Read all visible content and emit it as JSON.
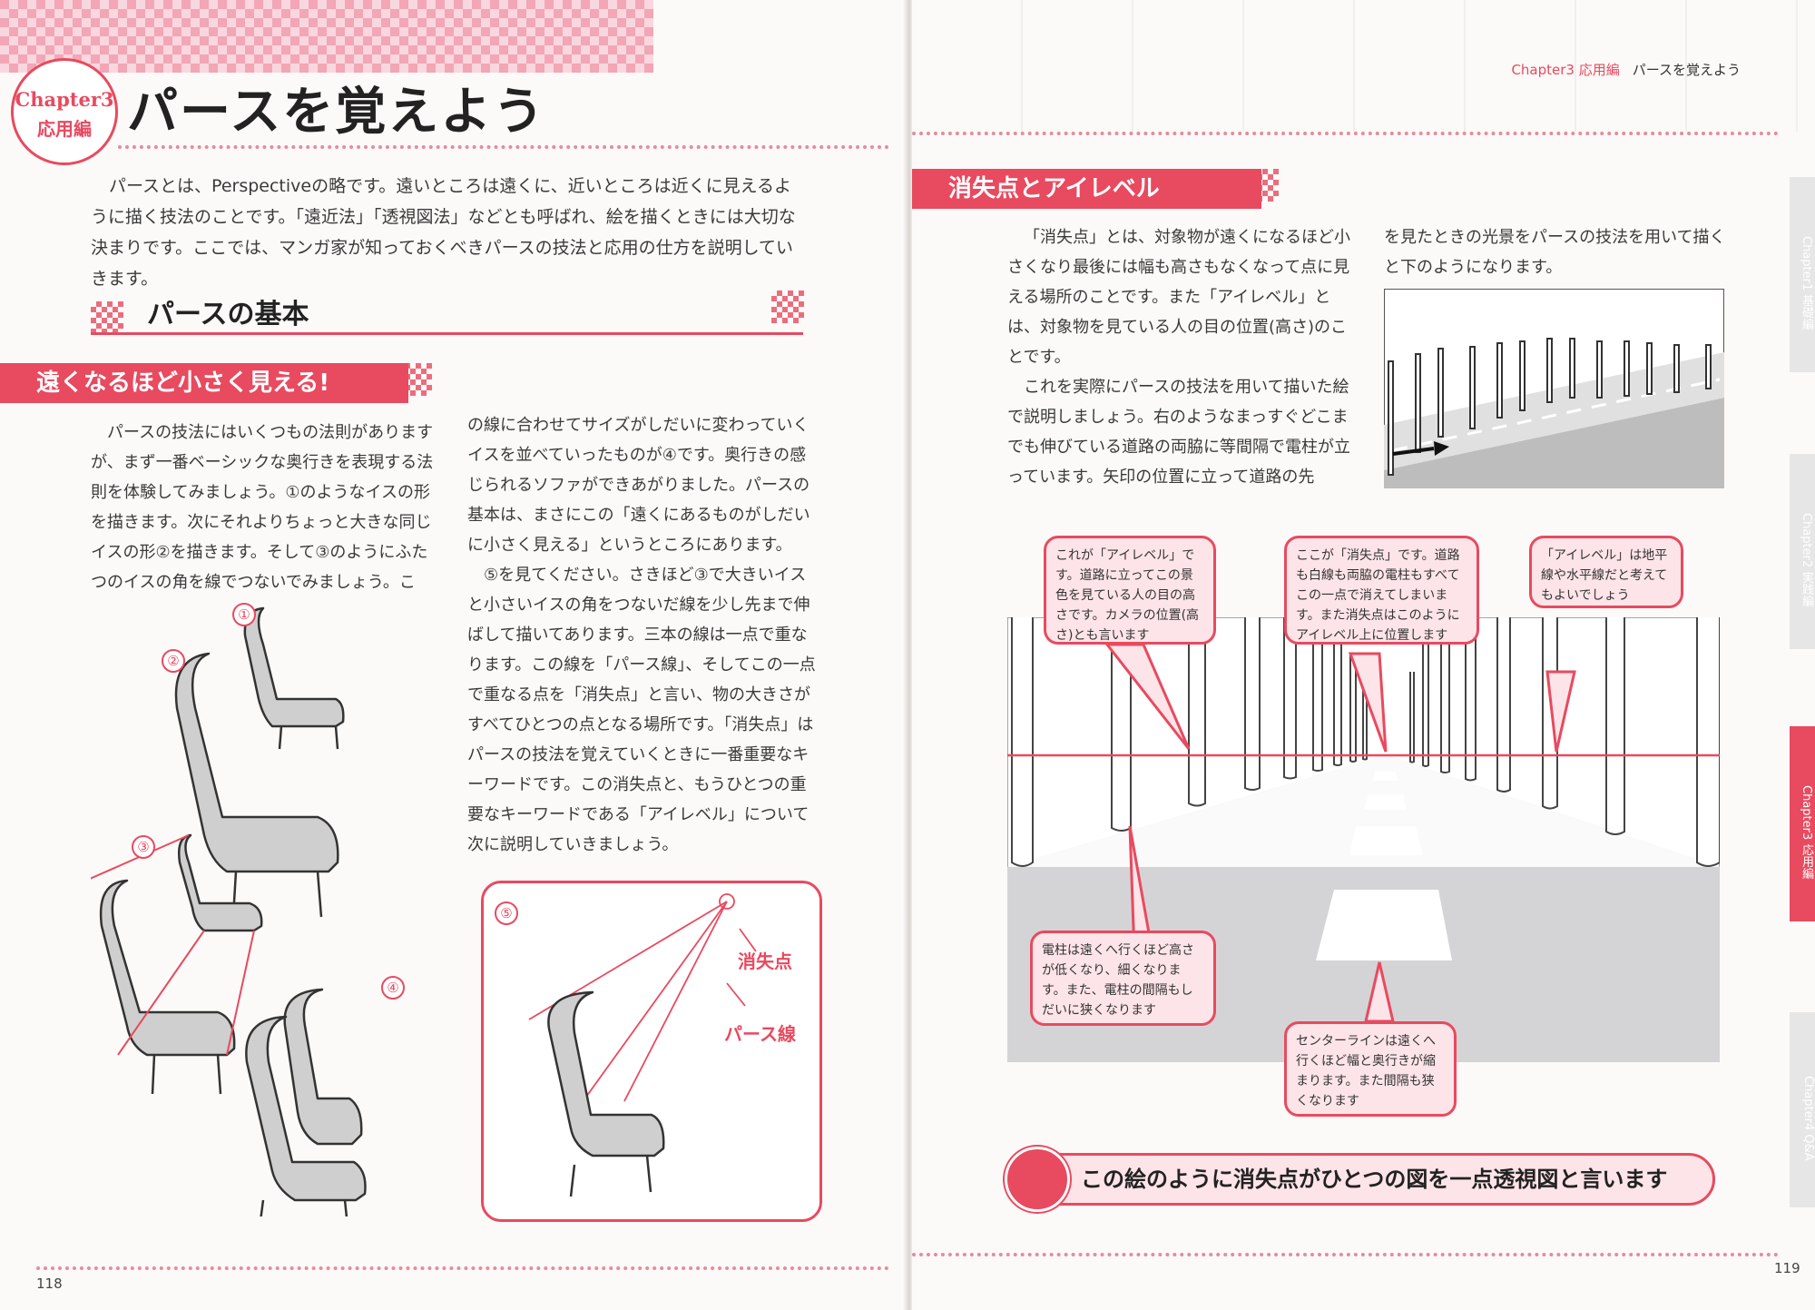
{
  "left_page": {
    "chapter_badge": {
      "line1": "Chapter3",
      "line2": "応用編"
    },
    "title": "パースを覚えよう",
    "intro": "パースとは、Perspectiveの略です。遠いところは遠くに、近いところは近くに見えるように描く技法のことです。「遠近法」「透視図法」などとも呼ばれ、絵を描くときには大切な決まりです。ここでは、マンガ家が知っておくべきパースの技法と応用の仕方を説明していきます。",
    "section_heading": "パースの基本",
    "subsection_heading": "遠くなるほど小さく見える!",
    "column1": "パースの技法にはいくつもの法則がありますが、まず一番ベーシックな奥行きを表現する法則を体験してみましょう。①のようなイスの形を描きます。次にそれよりちょっと大きな同じイスの形②を描きます。そして③のようにふたつのイスの角を線でつないでみましょう。こ",
    "column2": "の線に合わせてサイズがしだいに変わっていくイスを並べていったものが④です。奥行きの感じられるソファができあがりました。パースの基本は、まさにこの「遠くにあるものがしだいに小さく見える」というところにあります。",
    "column3": "⑤を見てください。さきほど③で大きいイスと小さいイスの角をつないだ線を少し先まで伸ばして描いてあります。三本の線は一点で重なります。この線を「パース線」、そしてこの一点で重なる点を「消失点」と言い、物の大きさがすべてひとつの点となる場所です。「消失点」はパースの技法を覚えていくときに一番重要なキーワードです。この消失点と、もうひとつの重要なキーワードである「アイレベル」について次に説明していきましょう。",
    "figure_numbers": [
      "①",
      "②",
      "③",
      "④",
      "⑤"
    ],
    "figure5_labels": {
      "vanishing_point": "消失点",
      "perspective_line": "パース線"
    },
    "page_number": "118"
  },
  "right_page": {
    "header": {
      "chapter": "Chapter3 応用編",
      "title": "パースを覚えよう"
    },
    "section_heading": "消失点とアイレベル",
    "text_col1": "「消失点」とは、対象物が遠くになるほど小さくなり最後には幅も高さもなくなって点に見える場所のことです。また「アイレベル」とは、対象物を見ている人の目の位置(高さ)のことです。",
    "text_col1b": "これを実際にパースの技法を用いて描いた絵で説明しましょう。右のようなまっすぐどこまでも伸びている道路の両脇に等間隔で電柱が立っています。矢印の位置に立って道路の先",
    "text_col2": "を見たときの光景をパースの技法を用いて描くと下のようになります。",
    "callouts": {
      "eye_level": "これが「アイレベル」です。道路に立ってこの景色を見ている人の目の高さです。カメラの位置(高さ)とも言います",
      "vanishing_point": "ここが「消失点」です。道路も白線も両脇の電柱もすべてこの一点で消えてしまいます。また消失点はこのようにアイレベル上に位置します",
      "horizon": "「アイレベル」は地平線や水平線だと考えてもよいでしょう",
      "poles": "電柱は遠くへ行くほど高さが低くなり、細くなります。また、電柱の間隔もしだいに狭くなります",
      "center_line": "センターラインは遠くへ行くほど幅と奥行きが縮まります。また間隔も狭くなります"
    },
    "checkpoint_text": "この絵のように消失点がひとつの図を一点透視図と言います",
    "side_tabs": [
      "Chapter1 基礎編",
      "Chapter2 実践編",
      "Chapter3 応用編",
      "Chapter4 Q&A"
    ],
    "page_number": "119"
  },
  "colors": {
    "accent": "#e84a5f",
    "callout_fill": "#fde4e8"
  }
}
